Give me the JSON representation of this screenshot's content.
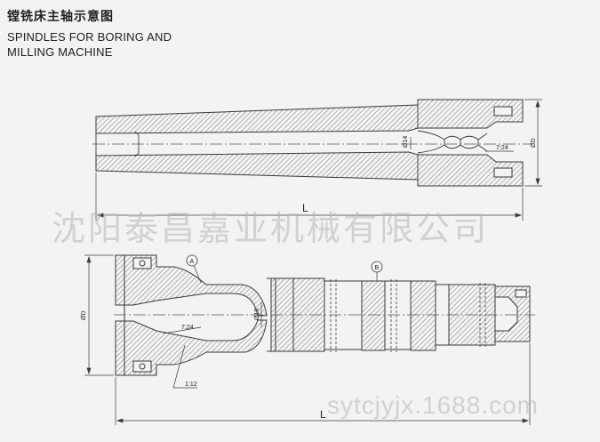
{
  "title_cn": "镗铣床主轴示意图",
  "title_en_line1": "SPINDLES FOR BORING AND",
  "title_en_line2": "MILLING MACHINE",
  "top_view": {
    "dim_length": "L",
    "dim_diameter": "Ø14",
    "dim_diameter_right": "ØD",
    "taper": "7:24"
  },
  "bottom_view": {
    "dim_length": "L",
    "dim_diameter": "ØD",
    "dim_diameter_inner": "Ø18",
    "taper": "7:24",
    "taper_small": "1:12",
    "callout_a": "A",
    "callout_b": "B"
  },
  "watermark_cn": "沈阳泰昌嘉业机械有限公司",
  "watermark_url": "sytcjyjx.1688.com",
  "colors": {
    "line": "#3a3a3a",
    "hatch": "#6a6a6a",
    "background": "#f3f3f1"
  }
}
